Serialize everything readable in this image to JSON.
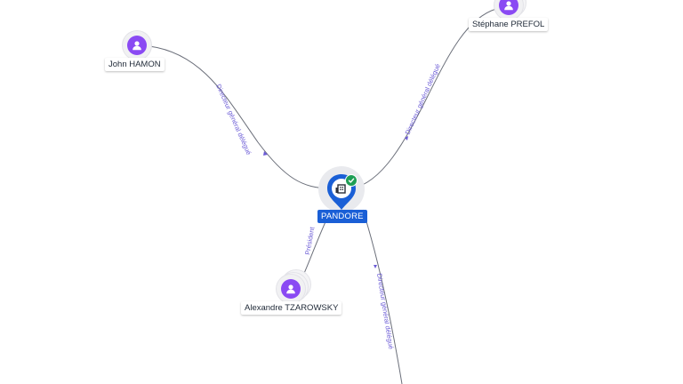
{
  "company": {
    "name": "PANDORE",
    "icon": "building-icon",
    "verified_icon": "check-icon",
    "accent": "#1a5fd6"
  },
  "people": [
    {
      "id": "john",
      "name": "John HAMON",
      "icon": "person-icon"
    },
    {
      "id": "stephane",
      "name": "Stéphane PREFOL",
      "icon": "person-icon"
    },
    {
      "id": "alexandre",
      "name": "Alexandre TZAROWSKY",
      "icon": "person-icon"
    }
  ],
  "relations": [
    {
      "from": "John HAMON",
      "to": "PANDORE",
      "role": "Directeur général délégué"
    },
    {
      "from": "Stéphane PREFOL",
      "to": "PANDORE",
      "role": "Directeur général délégué"
    },
    {
      "from": "Alexandre TZAROWSKY",
      "to": "PANDORE",
      "role": "Président"
    },
    {
      "from": "",
      "to": "PANDORE",
      "role": "Directeur général délégué"
    }
  ],
  "colors": {
    "person_avatar": "#8a4af3",
    "edge_label": "#6b5bd6",
    "verified": "#1e9e55"
  }
}
